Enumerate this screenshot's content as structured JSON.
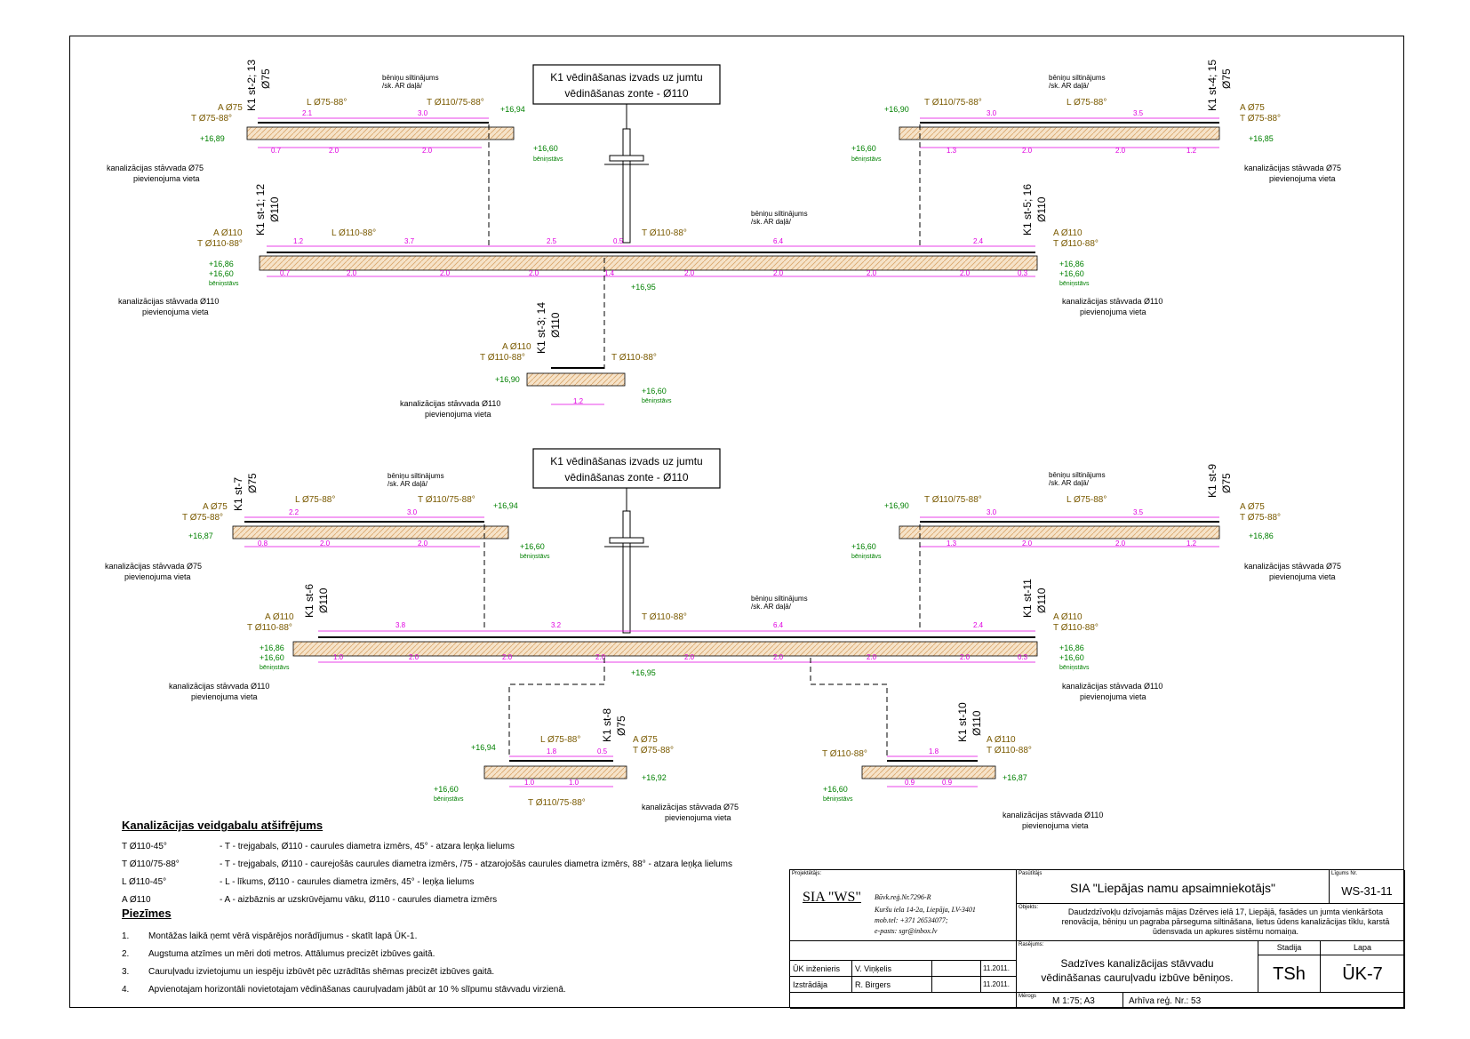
{
  "top": {
    "vent_box": [
      "K1 vēdināšanas izvads uz jumtu",
      "vēdināšanas zonte - Ø110"
    ],
    "riser_a": {
      "id": "K1 st-2; 13",
      "dia": "Ø75"
    },
    "riser_b": {
      "id": "K1 st-4; 15",
      "dia": "Ø75"
    },
    "riser_c": {
      "id": "K1 st-1; 12",
      "dia": "Ø110"
    },
    "riser_d": {
      "id": "K1 st-5; 16",
      "dia": "Ø110"
    },
    "riser_e": {
      "id": "K1 st-3; 14",
      "dia": "Ø110"
    }
  },
  "bottom": {
    "vent_box": [
      "K1 vēdināšanas izvads uz jumtu",
      "vēdināšanas zonte - Ø110"
    ],
    "riser_a": {
      "id": "K1 st-7",
      "dia": "Ø75"
    },
    "riser_b": {
      "id": "K1 st-9",
      "dia": "Ø75"
    },
    "riser_c": {
      "id": "K1 st-6",
      "dia": "Ø110"
    },
    "riser_d": {
      "id": "K1 st-11",
      "dia": "Ø110"
    },
    "riser_e": {
      "id": "K1 st-8",
      "dia": "Ø75"
    },
    "riser_f": {
      "id": "K1 st-10",
      "dia": "Ø110"
    }
  },
  "labels": {
    "insulation": [
      "bēniņu siltinājums",
      "/sk. AR daļā/"
    ],
    "conn75": [
      "kanalizācijas stāvvada Ø75",
      "pievienojuma vieta"
    ],
    "conn110": [
      "kanalizācijas stāvvada Ø110",
      "pievienojuma vieta"
    ],
    "attic": "bēniņstāvs",
    "A75": "A Ø75",
    "T75": "T Ø75-88°",
    "A110": "A Ø110",
    "T110": "T Ø110-88°",
    "L75": "L Ø75-88°",
    "L110": "L Ø110-88°",
    "T110_75": "T Ø110/75-88°",
    "lev_1694": "+16,94",
    "lev_1690": "+16,90",
    "lev_1689": "+16,89",
    "lev_1687": "+16,87",
    "lev_1686": "+16,86",
    "lev_1685": "+16,85",
    "lev_1692": "+16,92",
    "lev_1695": "+16,95",
    "lev_1660": "+16,60"
  },
  "legend": {
    "title": "Kanalizācijas veidgabalu atšifrējums",
    "rows": [
      {
        "code": "T Ø110-45°",
        "desc": "- T - trejgabals, Ø110 - caurules diametra izmērs, 45° - atzara leņķa lielums"
      },
      {
        "code": "T Ø110/75-88°",
        "desc": "- T - trejgabals, Ø110 - caurejošās caurules diametra izmērs, /75 - atzarojošās caurules diametra izmērs, 88° - atzara leņķa lielums"
      },
      {
        "code": "L Ø110-45°",
        "desc": "- L - līkums, Ø110 - caurules diametra izmērs, 45° - leņķa lielums"
      },
      {
        "code": "A Ø110",
        "desc": "- A - aizbāznis ar uzskrūvējamu vāku, Ø110 - caurules diametra izmērs"
      }
    ]
  },
  "notes": {
    "title": "Piezīmes",
    "rows": [
      {
        "num": "1.",
        "text": "Montāžas laikā ņemt vērā vispārējos norādījumus - skatīt lapā ŪK-1."
      },
      {
        "num": "2.",
        "text": "Augstuma atzīmes un mēri doti metros. Attālumus precizēt izbūves gaitā."
      },
      {
        "num": "3.",
        "text": "Cauruļvadu izvietojumu un iespēju izbūvēt pēc uzrādītās shēmas precizēt izbūves gaitā."
      },
      {
        "num": "4.",
        "text": "Apvienotajam horizontāli novietotajam vēdināšanas cauruļvadam jābūt ar 10 % slīpumu stāvvadu virzienā."
      }
    ]
  },
  "titleblock": {
    "designer_lbl": "Projektētājs:",
    "company": "SIA \"WS\"",
    "reg": "Būvk.reģ.Nr.7296-R",
    "address": "Kuršu iela 14-2a, Liepāja, LV-3401",
    "phone": "mob.tel: +371 26534077;",
    "email": "e-pasts: sgr@inbox.lv",
    "client_lbl": "Pasūtītājs",
    "client": "SIA \"Liepājas namu apsaimniekotājs\"",
    "contract_lbl": "Līgums Nr.",
    "contract": "WS-31-11",
    "object_lbl": "Objekts:",
    "object": "Daudzdzīvokļu dzīvojamās mājas Dzērves ielā 17, Liepājā, fasādes un jumta vienkāršota renovācija, bēniņu un pagraba pārseguma siltināšana, lietus ūdens kanalizācijas tīklu, karstā ūdensvada un apkures sistēmu nomaiņa.",
    "drawing_lbl": "Rasējums:",
    "drawing": [
      "Sadzīves kanalizācijas stāvvadu",
      "vēdināšanas cauruļvadu izbūve bēniņos."
    ],
    "stage_lbl": "Stadija",
    "stage": "TSh",
    "sheet_lbl": "Lapa",
    "sheet": "ŪK-7",
    "role1": "ŪK inženieris",
    "name1": "V. Viņķelis",
    "date1": "11.2011.",
    "role2": "Izstrādāja",
    "name2": "R. Birgers",
    "date2": "11.2011.",
    "scale_lbl": "Mērogs",
    "scale": "M 1:75; A3",
    "archive": "Arhīva reģ. Nr.: 53"
  }
}
